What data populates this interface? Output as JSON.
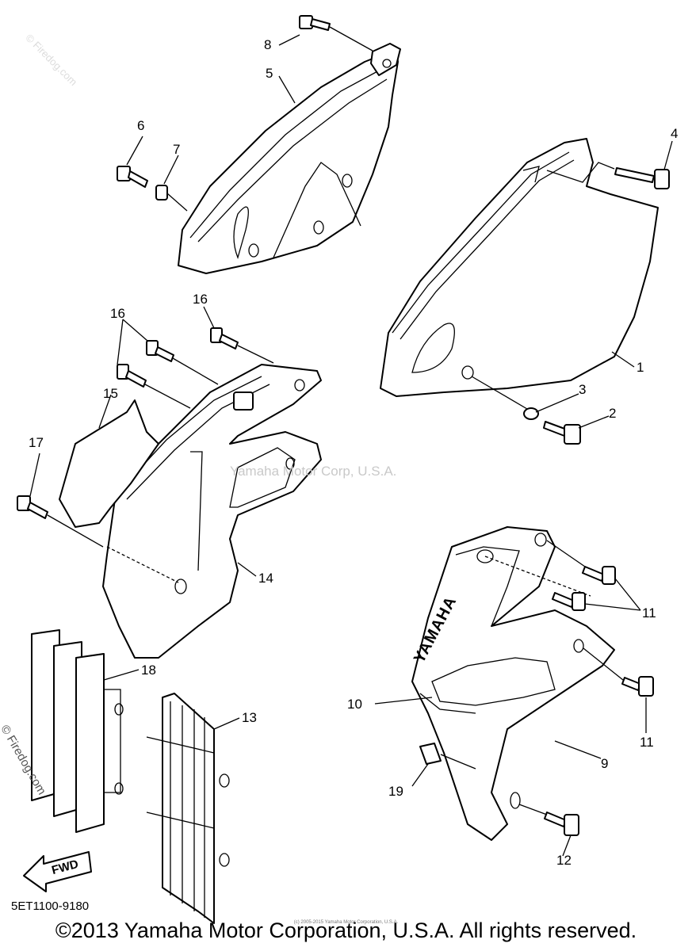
{
  "diagram": {
    "callouts": {
      "c1": "1",
      "c2": "2",
      "c3": "3",
      "c4": "4",
      "c5": "5",
      "c6": "6",
      "c7": "7",
      "c8": "8",
      "c9": "9",
      "c10": "10",
      "c11a": "11",
      "c11b": "11",
      "c12": "12",
      "c13": "13",
      "c14": "14",
      "c15": "15",
      "c16a": "16",
      "c16b": "16",
      "c17": "17",
      "c18": "18",
      "c19": "19"
    },
    "shroud_logo": "YAMAHA",
    "fwd_label": "FWD",
    "part_code": "5ET1100-9180",
    "watermark": "Yamaha Motor Corp, U.S.A.",
    "side_watermark": "© Firedog.com",
    "corner_watermark": "© Firedog.com",
    "tiny_notice": "(c) 2005-2015 Yamaha Motor Corporation, U.S.A.",
    "copyright": "©2013 Yamaha Motor Corporation, U.S.A. All rights reserved."
  }
}
